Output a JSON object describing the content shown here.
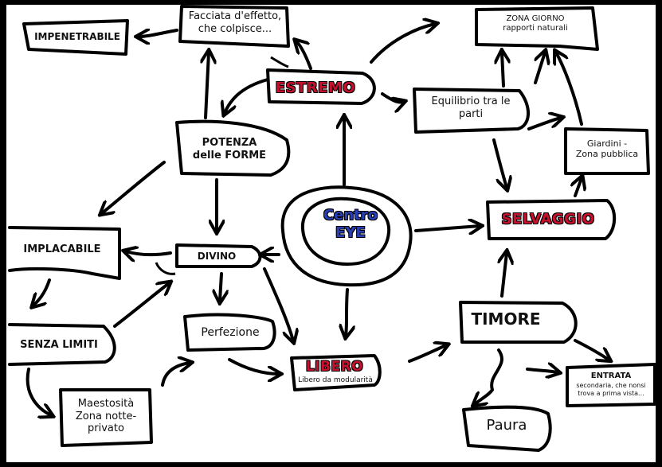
{
  "nodes": {
    "centro": "Centro\nEYE",
    "estremo": "ESTREMO",
    "facciata": "Facciata d'effetto,\nche colpisce...",
    "impenetrabile": "IMPENETRABILE",
    "zona_giorno": "ZONA GIORNO\nrapporti naturali",
    "equilibrio": "Equilibrio tra le\nparti",
    "potenza": "POTENZA\ndelle FORME",
    "giardini": "Giardini -\nZona pubblica",
    "selvaggio": "SELVAGGIO",
    "implacabile": "IMPLACABILE",
    "divino": "DIVINO",
    "senza_limiti": "SENZA LIMITI",
    "perfezione": "Perfezione",
    "libero": "LIBERO",
    "libero_sub": "Libero da modularità",
    "timore": "TIMORE",
    "entrata_title": "ENTRATA",
    "entrata_sub": "secondaria, che nonsi\ntrova a prima vista...",
    "maestosita": "Maestosità\nZona notte-\nprivato",
    "paura": "Paura"
  },
  "colors": {
    "accent_red": "#c8102e",
    "accent_blue": "#2a3fb5",
    "ink": "#000000"
  }
}
